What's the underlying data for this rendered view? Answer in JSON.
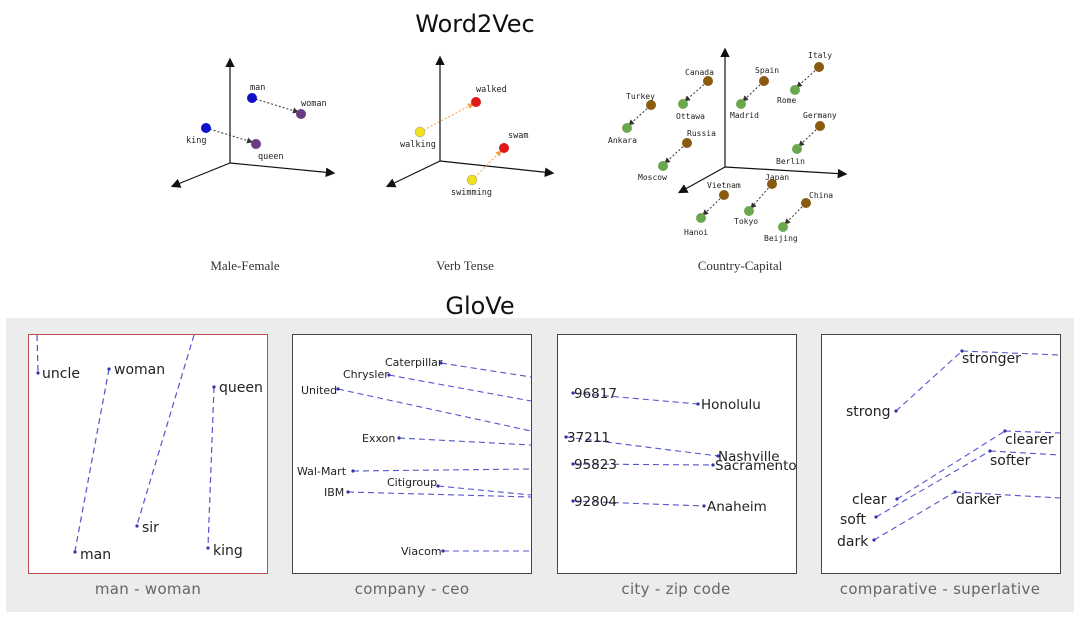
{
  "word2vec": {
    "title": "Word2Vec",
    "panels": [
      {
        "caption": "Male-Female",
        "words": {
          "man": "man",
          "woman": "woman",
          "king": "king",
          "queen": "queen"
        }
      },
      {
        "caption": "Verb Tense",
        "words": {
          "walked": "walked",
          "walking": "walking",
          "swam": "swam",
          "swimming": "swimming"
        }
      },
      {
        "caption": "Country-Capital",
        "words": {
          "turkey": "Turkey",
          "ankara": "Ankara",
          "canada": "Canada",
          "ottawa": "Ottawa",
          "spain": "Spain",
          "madrid": "Madrid",
          "italy": "Italy",
          "rome": "Rome",
          "russia": "Russia",
          "moscow": "Moscow",
          "germany": "Germany",
          "berlin": "Berlin",
          "vietnam": "Vietnam",
          "hanoi": "Hanoi",
          "japan": "Japan",
          "tokyo": "Tokyo",
          "china": "China",
          "beijing": "Beijing"
        }
      }
    ]
  },
  "glove": {
    "title": "GloVe",
    "panels": [
      {
        "caption": "man - woman",
        "words": {
          "uncle": "uncle",
          "woman": "woman",
          "queen": "queen",
          "sir": "sir",
          "man": "man",
          "king": "king"
        }
      },
      {
        "caption": "company - ceo",
        "words": {
          "caterpillar": "Caterpillar",
          "chrysler": "Chrysler",
          "united": "United",
          "exxon": "Exxon",
          "walmart": "Wal-Mart",
          "citigroup": "Citigroup",
          "ibm": "IBM",
          "viacom": "Viacom"
        }
      },
      {
        "caption": "city - zip code",
        "words": {
          "z96817": "96817",
          "honolulu": "Honolulu",
          "z37211": "37211",
          "nashville": "Nashville",
          "z95823": "95823",
          "sacramento": "Sacramento",
          "z92804": "92804",
          "anaheim": "Anaheim"
        }
      },
      {
        "caption": "comparative - superlative",
        "words": {
          "stronger": "stronger",
          "strong": "strong",
          "clearer": "clearer",
          "softer": "softer",
          "clear": "clear",
          "darker": "darker",
          "soft": "soft",
          "dark": "dark"
        }
      }
    ]
  },
  "colors": {
    "blue_point": "#1010c8",
    "purple_point": "#6a3a82",
    "yellow_point": "#f0e020",
    "red_point": "#e01818",
    "green_point": "#6aa84f",
    "brown_point": "#8a5a10",
    "glove_dash": "#5555cc",
    "orange_arrow": "#f0a040",
    "red_border": "#c0504d"
  }
}
